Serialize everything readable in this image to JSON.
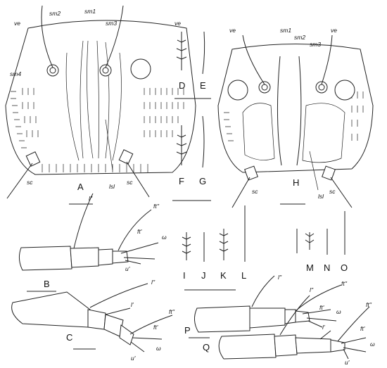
{
  "figure": {
    "panels": [
      "A",
      "B",
      "C",
      "D",
      "E",
      "F",
      "G",
      "H",
      "I",
      "J",
      "K",
      "L",
      "M",
      "N",
      "O",
      "P",
      "Q"
    ],
    "panel_A_labels": {
      "ve_left": "ve",
      "ve_right": "ve",
      "sm1": "sm1",
      "sm2": "sm2",
      "sm3": "sm3",
      "sm4": "sm4",
      "sc_left": "sc",
      "sc_right": "sc",
      "lsl": "lsl"
    },
    "panel_H_labels": {
      "ve_left": "ve",
      "ve_right": "ve",
      "sm1": "sm1",
      "sm2": "sm2",
      "sm3": "sm3",
      "sc_left": "sc",
      "sc_right": "sc",
      "lsl": "lsl"
    },
    "panel_B_labels": {
      "l2": "l''",
      "ft2": "ft''",
      "ft1": "ft'",
      "omega": "ω",
      "u1": "u'"
    },
    "panel_C_labels": {
      "l2": "l''",
      "l1": "l'",
      "ft2": "ft''",
      "ft1": "ft'",
      "omega": "ω",
      "u1": "u'"
    },
    "panel_P_labels": {
      "l2": "l''",
      "ft2": "ft''",
      "ft1": "ft'",
      "omega": "ω"
    },
    "panel_Q_labels": {
      "l2": "l''",
      "l1": "l'",
      "ft2": "ft''",
      "ft1": "ft'",
      "omega": "ω",
      "u1": "u'"
    }
  }
}
